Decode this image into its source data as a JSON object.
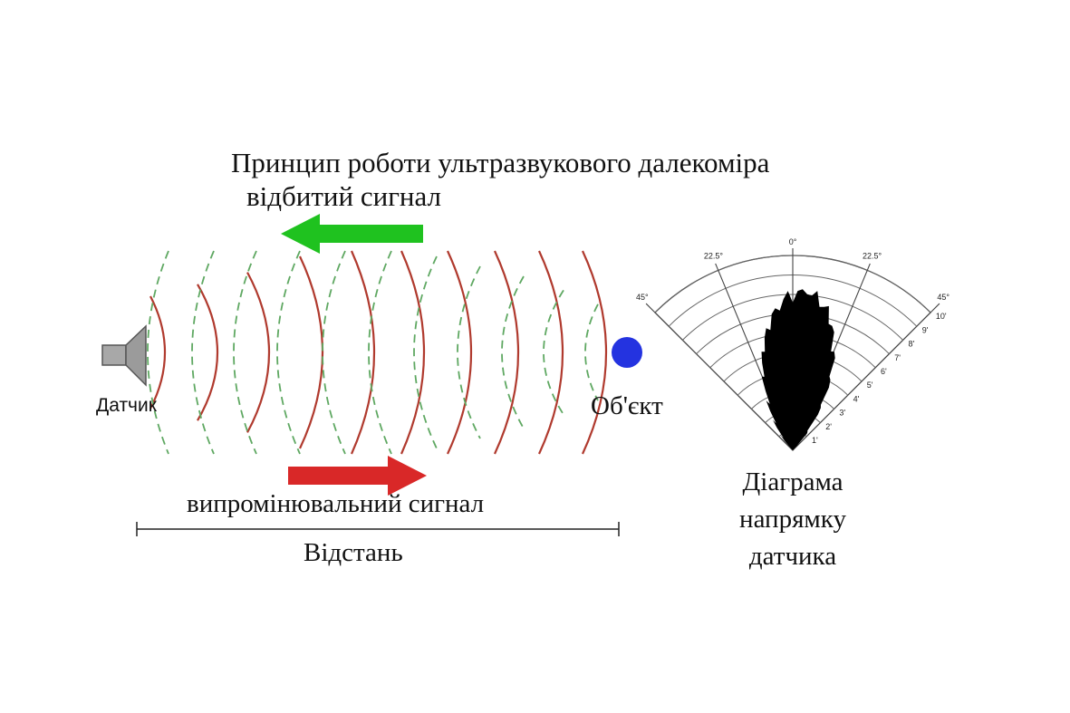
{
  "title": "Принцип роботи ультразвукового далекоміра",
  "reflected_label": "відбитий сигнал",
  "emitted_label": "випромінювальний сигнал",
  "distance_label": "Відстань",
  "sensor_label": "Датчик",
  "object_label": "Об'єкт",
  "pattern_caption": [
    "Діаграма",
    "напрямку",
    "датчика"
  ],
  "polar_labels": {
    "angles": [
      "0°",
      "22.5°",
      "22.5°",
      "45°",
      "45°"
    ],
    "distances": [
      "10'",
      "9'",
      "8'",
      "7'",
      "6'",
      "5'",
      "4'",
      "3'",
      "2'",
      "1'"
    ]
  },
  "colors": {
    "emitted_wave": "#b03a2e",
    "reflected_wave": "#5fa862",
    "green_arrow": "#1fc21f",
    "red_arrow": "#d92828",
    "object": "#2433e0",
    "sensor": "#9b9b9b"
  },
  "icons": {
    "sensor": "speaker-icon",
    "object": "ball-icon"
  }
}
